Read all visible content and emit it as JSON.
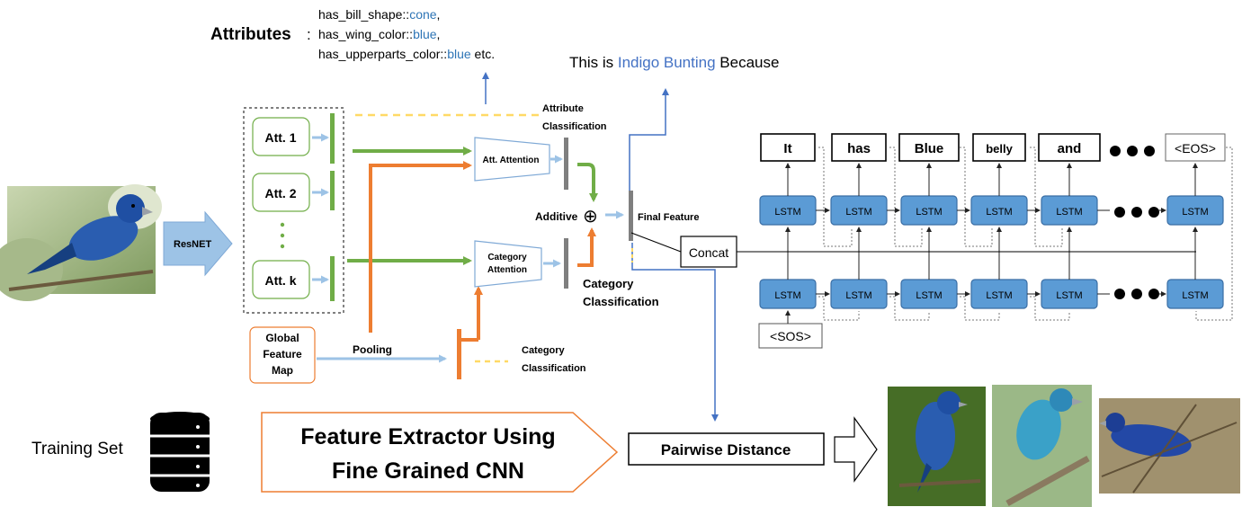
{
  "attributes": {
    "heading": "Attributes",
    "colon": ":",
    "line1": {
      "prefix": "has_bill_shape::",
      "value": "cone",
      "suffix": ","
    },
    "line2": {
      "prefix": "has_wing_color::",
      "value": "blue",
      "suffix": ","
    },
    "line3": {
      "prefix": "has_upperparts_color::",
      "value": "blue",
      "suffix": " etc."
    }
  },
  "explanation": {
    "prefix": "This is ",
    "highlight": "Indigo Bunting",
    "suffix": " Because"
  },
  "backbone": "ResNET",
  "att_boxes": [
    "Att. 1",
    "Att. 2",
    "Att. k"
  ],
  "global_feature_map": [
    "Global",
    "Feature",
    "Map"
  ],
  "pooling": "Pooling",
  "attr_classification": [
    "Attribute",
    "Classification"
  ],
  "att_attention": "Att. Attention",
  "category_attention": [
    "Category",
    "Attention"
  ],
  "additive": "Additive",
  "additive_symbol": "⊕",
  "final_feature": "Final Feature",
  "category_classification_main": [
    "Category",
    "Classification"
  ],
  "category_classification_small": [
    "Category",
    "Classification"
  ],
  "concat": "Concat",
  "lstm": {
    "cell": "LSTM",
    "words": [
      "It",
      "has",
      "Blue",
      "belly",
      "and",
      "<EOS>"
    ],
    "start": "<SOS>"
  },
  "training_set": "Training Set",
  "feature_extractor": [
    "Feature Extractor Using",
    "Fine Grained CNN"
  ],
  "pairwise_distance": "Pairwise Distance",
  "colors": {
    "accent_blue": "#2e75b6",
    "green": "#70ad47",
    "orange": "#ed7d31",
    "light_blue": "#9dc3e6",
    "yellow_dash": "#ffd966",
    "lstm_fill": "#5b9bd5",
    "gray_bar": "#7f7f7f"
  }
}
